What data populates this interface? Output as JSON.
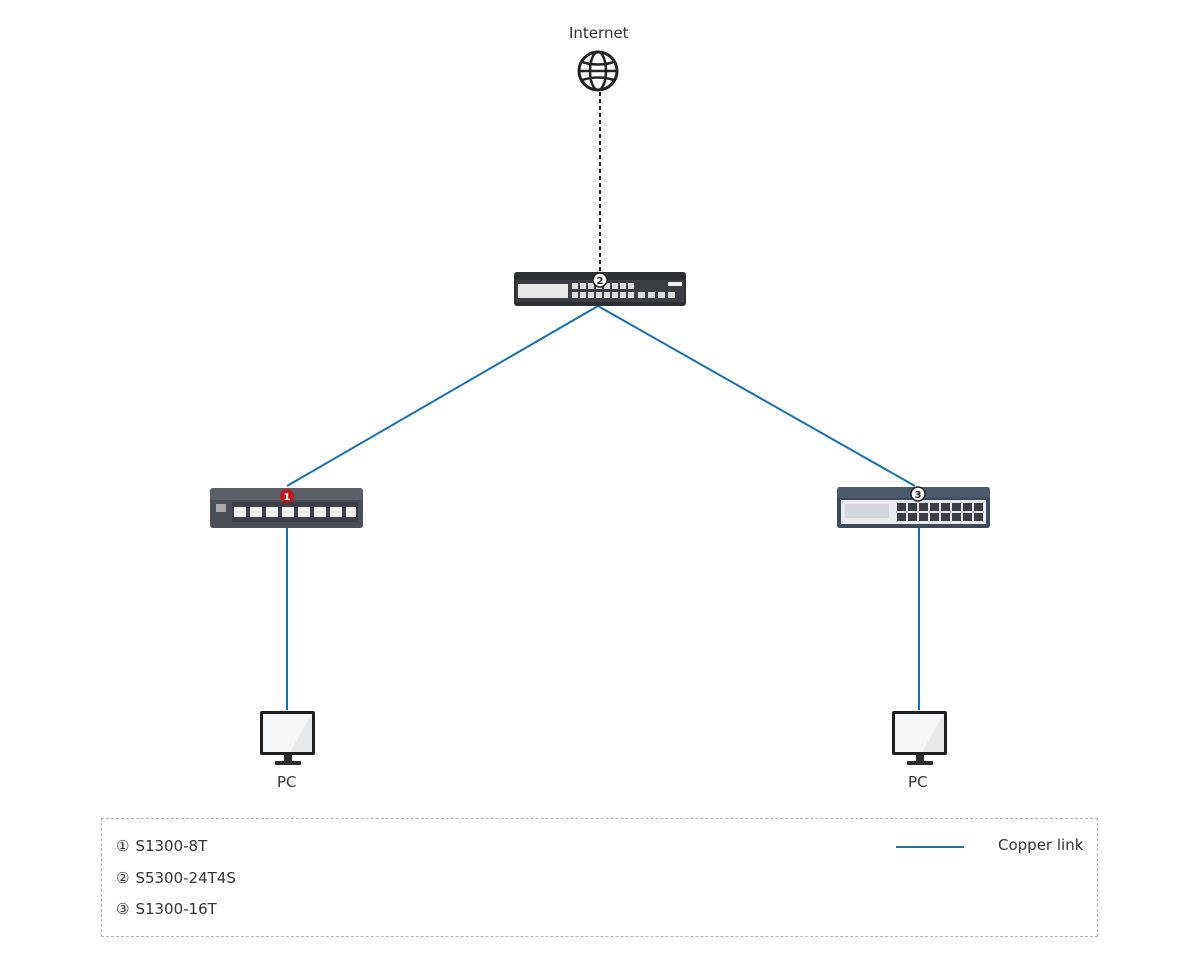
{
  "nodes": {
    "internet": {
      "label": "Internet",
      "icon": "globe-icon"
    },
    "pc_left": {
      "label": "PC",
      "icon": "monitor-icon"
    },
    "pc_right": {
      "label": "PC",
      "icon": "monitor-icon"
    },
    "switch_1": {
      "badge": "1",
      "badge_color": "#c4161c"
    },
    "switch_2": {
      "badge": "2",
      "badge_color": "#ffffff"
    },
    "switch_3": {
      "badge": "3",
      "badge_color": "#ffffff"
    }
  },
  "links": {
    "internet_uplink_style": "dashed",
    "copper_color": "#1a6fb4"
  },
  "legend": {
    "devices": [
      {
        "num": "①",
        "name": "S1300-8T"
      },
      {
        "num": "②",
        "name": "S5300-24T4S"
      },
      {
        "num": "③",
        "name": "S1300-16T"
      }
    ],
    "link_label": "Copper link"
  }
}
